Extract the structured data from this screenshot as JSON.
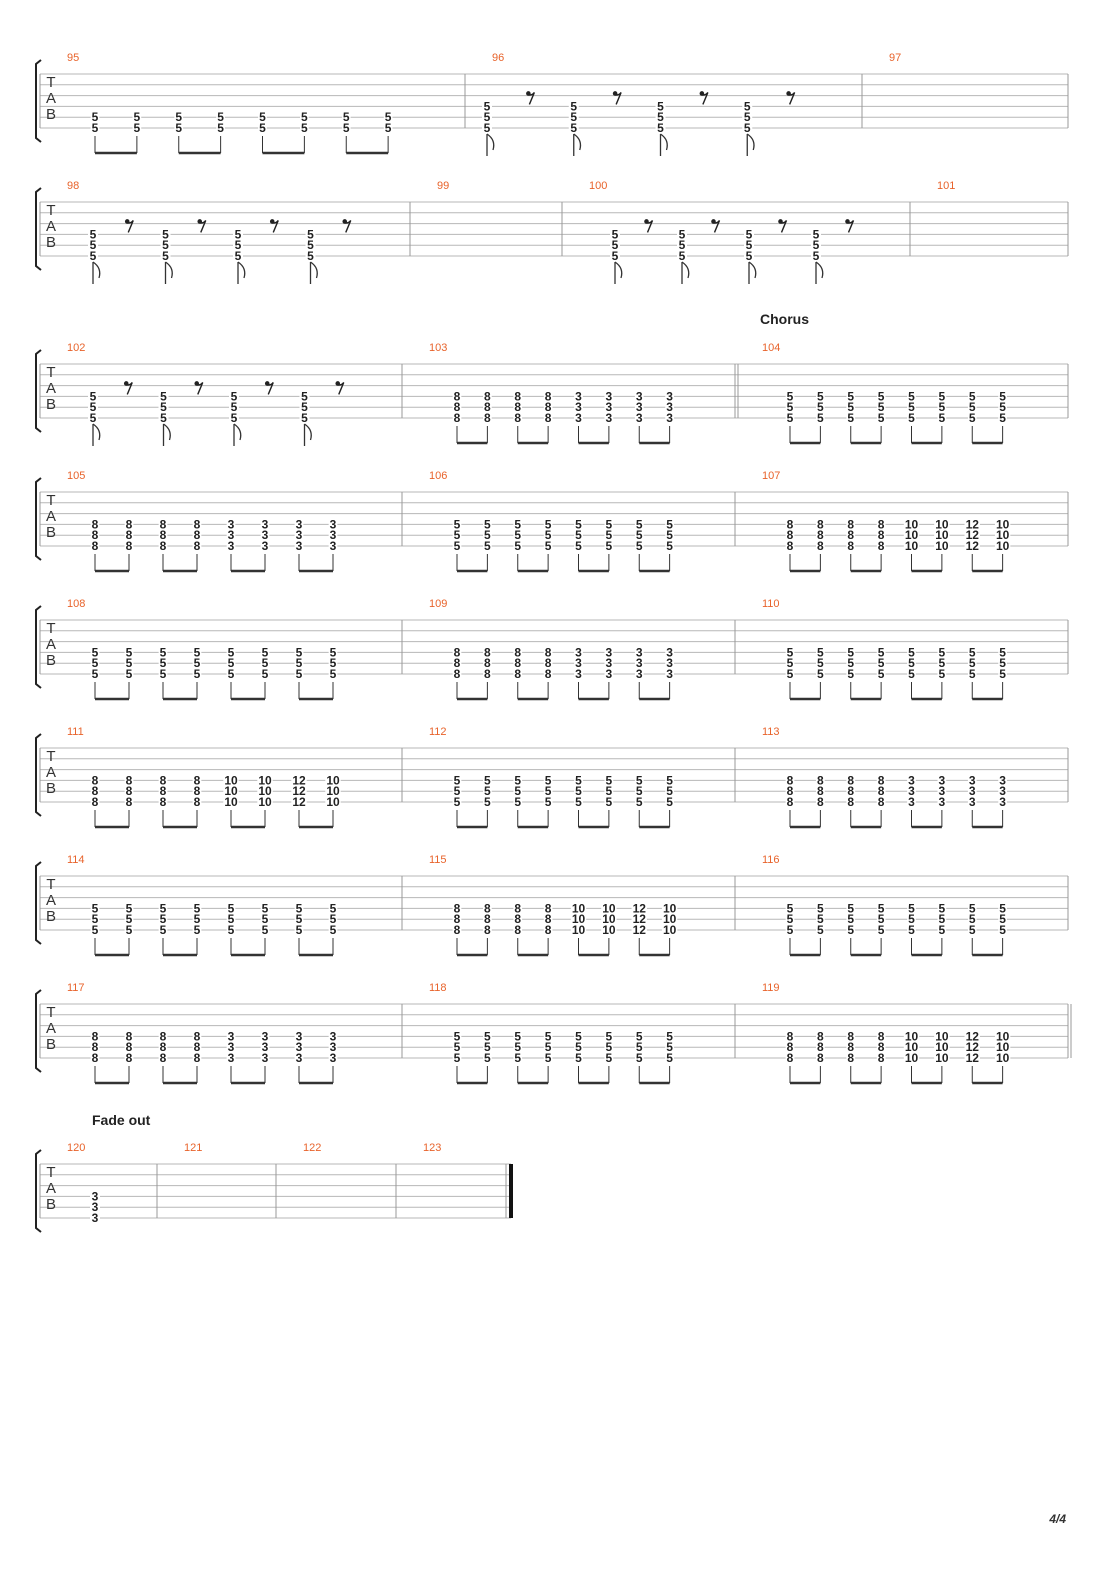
{
  "page_number": "4/4",
  "tab_clef": [
    "T",
    "A",
    "B"
  ],
  "sections": [
    {
      "label": "Chorus",
      "measure": 104
    },
    {
      "label": "Fade out",
      "measure": 120
    }
  ],
  "systems": [
    {
      "measures": [
        {
          "number": 95,
          "pattern": "eighths",
          "chords": [
            [
              "5",
              "5"
            ],
            [
              "5",
              "5"
            ],
            [
              "5",
              "5"
            ],
            [
              "5",
              "5"
            ],
            [
              "5",
              "5"
            ],
            [
              "5",
              "5"
            ],
            [
              "5",
              "5"
            ],
            [
              "5",
              "5"
            ]
          ]
        },
        {
          "number": 96,
          "pattern": "stabs",
          "chords": [
            [
              "5",
              "5",
              "5"
            ],
            [
              "5",
              "5",
              "5"
            ],
            [
              "5",
              "5",
              "5"
            ],
            [
              "5",
              "5",
              "5"
            ]
          ]
        },
        {
          "number": 97,
          "pattern": "empty",
          "chords": []
        }
      ]
    },
    {
      "measures": [
        {
          "number": 98,
          "pattern": "stabs",
          "chords": [
            [
              "5",
              "5",
              "5"
            ],
            [
              "5",
              "5",
              "5"
            ],
            [
              "5",
              "5",
              "5"
            ],
            [
              "5",
              "5",
              "5"
            ]
          ]
        },
        {
          "number": 99,
          "pattern": "empty",
          "chords": []
        },
        {
          "number": 100,
          "pattern": "stabs",
          "chords": [
            [
              "5",
              "5",
              "5"
            ],
            [
              "5",
              "5",
              "5"
            ],
            [
              "5",
              "5",
              "5"
            ],
            [
              "5",
              "5",
              "5"
            ]
          ]
        },
        {
          "number": 101,
          "pattern": "empty",
          "chords": []
        }
      ]
    },
    {
      "measures": [
        {
          "number": 102,
          "pattern": "stabs",
          "chords": [
            [
              "5",
              "5",
              "5"
            ],
            [
              "5",
              "5",
              "5"
            ],
            [
              "5",
              "5",
              "5"
            ],
            [
              "5",
              "5",
              "5"
            ]
          ]
        },
        {
          "number": 103,
          "pattern": "eighths",
          "chords": [
            [
              "8",
              "8",
              "8"
            ],
            [
              "8",
              "8",
              "8"
            ],
            [
              "8",
              "8",
              "8"
            ],
            [
              "8",
              "8",
              "8"
            ],
            [
              "3",
              "3",
              "3"
            ],
            [
              "3",
              "3",
              "3"
            ],
            [
              "3",
              "3",
              "3"
            ],
            [
              "3",
              "3",
              "3"
            ]
          ]
        },
        {
          "number": 104,
          "pattern": "eighths",
          "chords": [
            [
              "5",
              "5",
              "5"
            ],
            [
              "5",
              "5",
              "5"
            ],
            [
              "5",
              "5",
              "5"
            ],
            [
              "5",
              "5",
              "5"
            ],
            [
              "5",
              "5",
              "5"
            ],
            [
              "5",
              "5",
              "5"
            ],
            [
              "5",
              "5",
              "5"
            ],
            [
              "5",
              "5",
              "5"
            ]
          ]
        }
      ]
    },
    {
      "measures": [
        {
          "number": 105,
          "pattern": "eighths",
          "chords": [
            [
              "8",
              "8",
              "8"
            ],
            [
              "8",
              "8",
              "8"
            ],
            [
              "8",
              "8",
              "8"
            ],
            [
              "8",
              "8",
              "8"
            ],
            [
              "3",
              "3",
              "3"
            ],
            [
              "3",
              "3",
              "3"
            ],
            [
              "3",
              "3",
              "3"
            ],
            [
              "3",
              "3",
              "3"
            ]
          ]
        },
        {
          "number": 106,
          "pattern": "eighths",
          "chords": [
            [
              "5",
              "5",
              "5"
            ],
            [
              "5",
              "5",
              "5"
            ],
            [
              "5",
              "5",
              "5"
            ],
            [
              "5",
              "5",
              "5"
            ],
            [
              "5",
              "5",
              "5"
            ],
            [
              "5",
              "5",
              "5"
            ],
            [
              "5",
              "5",
              "5"
            ],
            [
              "5",
              "5",
              "5"
            ]
          ]
        },
        {
          "number": 107,
          "pattern": "eighths",
          "chords": [
            [
              "8",
              "8",
              "8"
            ],
            [
              "8",
              "8",
              "8"
            ],
            [
              "8",
              "8",
              "8"
            ],
            [
              "8",
              "8",
              "8"
            ],
            [
              "10",
              "10",
              "10"
            ],
            [
              "10",
              "10",
              "10"
            ],
            [
              "12",
              "12",
              "12"
            ],
            [
              "10",
              "10",
              "10"
            ]
          ]
        }
      ]
    },
    {
      "measures": [
        {
          "number": 108,
          "pattern": "eighths",
          "chords": [
            [
              "5",
              "5",
              "5"
            ],
            [
              "5",
              "5",
              "5"
            ],
            [
              "5",
              "5",
              "5"
            ],
            [
              "5",
              "5",
              "5"
            ],
            [
              "5",
              "5",
              "5"
            ],
            [
              "5",
              "5",
              "5"
            ],
            [
              "5",
              "5",
              "5"
            ],
            [
              "5",
              "5",
              "5"
            ]
          ]
        },
        {
          "number": 109,
          "pattern": "eighths",
          "chords": [
            [
              "8",
              "8",
              "8"
            ],
            [
              "8",
              "8",
              "8"
            ],
            [
              "8",
              "8",
              "8"
            ],
            [
              "8",
              "8",
              "8"
            ],
            [
              "3",
              "3",
              "3"
            ],
            [
              "3",
              "3",
              "3"
            ],
            [
              "3",
              "3",
              "3"
            ],
            [
              "3",
              "3",
              "3"
            ]
          ]
        },
        {
          "number": 110,
          "pattern": "eighths",
          "chords": [
            [
              "5",
              "5",
              "5"
            ],
            [
              "5",
              "5",
              "5"
            ],
            [
              "5",
              "5",
              "5"
            ],
            [
              "5",
              "5",
              "5"
            ],
            [
              "5",
              "5",
              "5"
            ],
            [
              "5",
              "5",
              "5"
            ],
            [
              "5",
              "5",
              "5"
            ],
            [
              "5",
              "5",
              "5"
            ]
          ]
        }
      ]
    },
    {
      "measures": [
        {
          "number": 111,
          "pattern": "eighths",
          "chords": [
            [
              "8",
              "8",
              "8"
            ],
            [
              "8",
              "8",
              "8"
            ],
            [
              "8",
              "8",
              "8"
            ],
            [
              "8",
              "8",
              "8"
            ],
            [
              "10",
              "10",
              "10"
            ],
            [
              "10",
              "10",
              "10"
            ],
            [
              "12",
              "12",
              "12"
            ],
            [
              "10",
              "10",
              "10"
            ]
          ]
        },
        {
          "number": 112,
          "pattern": "eighths",
          "chords": [
            [
              "5",
              "5",
              "5"
            ],
            [
              "5",
              "5",
              "5"
            ],
            [
              "5",
              "5",
              "5"
            ],
            [
              "5",
              "5",
              "5"
            ],
            [
              "5",
              "5",
              "5"
            ],
            [
              "5",
              "5",
              "5"
            ],
            [
              "5",
              "5",
              "5"
            ],
            [
              "5",
              "5",
              "5"
            ]
          ]
        },
        {
          "number": 113,
          "pattern": "eighths",
          "chords": [
            [
              "8",
              "8",
              "8"
            ],
            [
              "8",
              "8",
              "8"
            ],
            [
              "8",
              "8",
              "8"
            ],
            [
              "8",
              "8",
              "8"
            ],
            [
              "3",
              "3",
              "3"
            ],
            [
              "3",
              "3",
              "3"
            ],
            [
              "3",
              "3",
              "3"
            ],
            [
              "3",
              "3",
              "3"
            ]
          ]
        }
      ]
    },
    {
      "measures": [
        {
          "number": 114,
          "pattern": "eighths",
          "chords": [
            [
              "5",
              "5",
              "5"
            ],
            [
              "5",
              "5",
              "5"
            ],
            [
              "5",
              "5",
              "5"
            ],
            [
              "5",
              "5",
              "5"
            ],
            [
              "5",
              "5",
              "5"
            ],
            [
              "5",
              "5",
              "5"
            ],
            [
              "5",
              "5",
              "5"
            ],
            [
              "5",
              "5",
              "5"
            ]
          ]
        },
        {
          "number": 115,
          "pattern": "eighths",
          "chords": [
            [
              "8",
              "8",
              "8"
            ],
            [
              "8",
              "8",
              "8"
            ],
            [
              "8",
              "8",
              "8"
            ],
            [
              "8",
              "8",
              "8"
            ],
            [
              "10",
              "10",
              "10"
            ],
            [
              "10",
              "10",
              "10"
            ],
            [
              "12",
              "12",
              "12"
            ],
            [
              "10",
              "10",
              "10"
            ]
          ]
        },
        {
          "number": 116,
          "pattern": "eighths",
          "chords": [
            [
              "5",
              "5",
              "5"
            ],
            [
              "5",
              "5",
              "5"
            ],
            [
              "5",
              "5",
              "5"
            ],
            [
              "5",
              "5",
              "5"
            ],
            [
              "5",
              "5",
              "5"
            ],
            [
              "5",
              "5",
              "5"
            ],
            [
              "5",
              "5",
              "5"
            ],
            [
              "5",
              "5",
              "5"
            ]
          ]
        }
      ]
    },
    {
      "measures": [
        {
          "number": 117,
          "pattern": "eighths",
          "chords": [
            [
              "8",
              "8",
              "8"
            ],
            [
              "8",
              "8",
              "8"
            ],
            [
              "8",
              "8",
              "8"
            ],
            [
              "8",
              "8",
              "8"
            ],
            [
              "3",
              "3",
              "3"
            ],
            [
              "3",
              "3",
              "3"
            ],
            [
              "3",
              "3",
              "3"
            ],
            [
              "3",
              "3",
              "3"
            ]
          ]
        },
        {
          "number": 118,
          "pattern": "eighths",
          "chords": [
            [
              "5",
              "5",
              "5"
            ],
            [
              "5",
              "5",
              "5"
            ],
            [
              "5",
              "5",
              "5"
            ],
            [
              "5",
              "5",
              "5"
            ],
            [
              "5",
              "5",
              "5"
            ],
            [
              "5",
              "5",
              "5"
            ],
            [
              "5",
              "5",
              "5"
            ],
            [
              "5",
              "5",
              "5"
            ]
          ]
        },
        {
          "number": 119,
          "pattern": "eighths",
          "chords": [
            [
              "8",
              "8",
              "8"
            ],
            [
              "8",
              "8",
              "8"
            ],
            [
              "8",
              "8",
              "8"
            ],
            [
              "8",
              "8",
              "8"
            ],
            [
              "10",
              "10",
              "10"
            ],
            [
              "10",
              "10",
              "10"
            ],
            [
              "12",
              "12",
              "12"
            ],
            [
              "10",
              "10",
              "10"
            ]
          ]
        }
      ]
    },
    {
      "measures": [
        {
          "number": 120,
          "pattern": "whole",
          "chords": [
            [
              "3",
              "3",
              "3"
            ]
          ]
        },
        {
          "number": 121,
          "pattern": "empty",
          "chords": []
        },
        {
          "number": 122,
          "pattern": "empty",
          "chords": []
        },
        {
          "number": 123,
          "pattern": "empty",
          "chords": []
        }
      ]
    }
  ]
}
